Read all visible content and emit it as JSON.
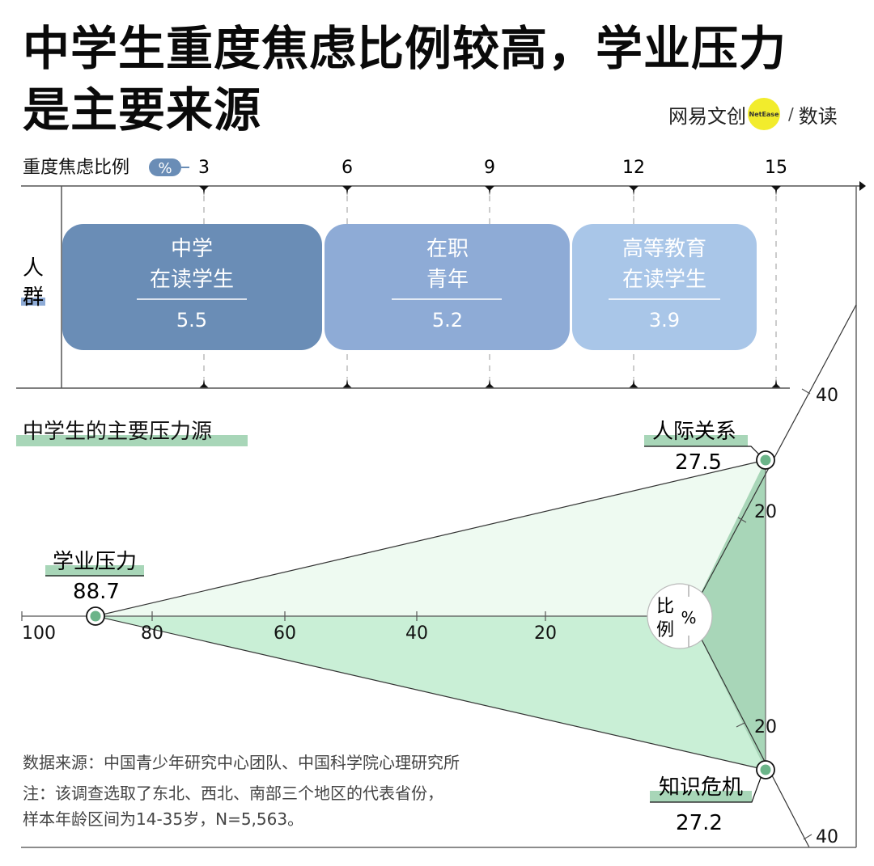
{
  "title": {
    "line1": "中学生重度焦虑比例较高，学业压力",
    "line2": "是主要来源"
  },
  "brand": {
    "name": "网易文创",
    "badge": "NetEase",
    "slash": "/",
    "sub": "数读",
    "badge_color": "#f2ec2c"
  },
  "chart_data": [
    {
      "type": "bar",
      "title": "重度焦虑比例",
      "xlabel": "重度焦虑比例 %",
      "ylabel": "人群",
      "xticks": [
        3,
        6,
        9,
        12,
        15
      ],
      "xlim": [
        0,
        16
      ],
      "categories": [
        "中学在读学生",
        "在职青年",
        "高等教育在读学生"
      ],
      "values": [
        5.5,
        5.2,
        3.9
      ],
      "colors": [
        "#6a8db6",
        "#8eabd6",
        "#a9c6e8"
      ],
      "orientation": "stacked-horizontal"
    },
    {
      "type": "radar",
      "title": "中学生的主要压力源",
      "unit": "比例 %",
      "axes": [
        "学业压力",
        "人际关系",
        "知识危机"
      ],
      "values": [
        88.7,
        27.5,
        27.2
      ],
      "axis_ticks": {
        "学业压力": [
          20,
          40,
          60,
          80,
          100
        ],
        "人际关系": [
          20,
          40
        ],
        "知识危机": [
          20,
          40
        ]
      },
      "fill_colors": [
        "#eefaf1",
        "#c9efd6",
        "#a8d6b8"
      ]
    }
  ],
  "bar_chart": {
    "axis_label": "重度焦虑比例",
    "unit_badge": "%",
    "ticks": [
      "3",
      "6",
      "9",
      "12",
      "15"
    ],
    "y_label_1": "人",
    "y_label_2": "群",
    "bars": [
      {
        "line1": "中学",
        "line2": "在读学生",
        "value": "5.5"
      },
      {
        "line1": "在职",
        "line2": "青年",
        "value": "5.2"
      },
      {
        "line1": "高等教育",
        "line2": "在读学生",
        "value": "3.9"
      }
    ]
  },
  "radar": {
    "section_title": "中学生的主要压力源",
    "center_label_1": "比",
    "center_label_2": "例",
    "center_unit": "%",
    "x_ticks": [
      "100",
      "80",
      "60",
      "40",
      "20"
    ],
    "upper_ticks": [
      "20",
      "40"
    ],
    "lower_ticks": [
      "20",
      "40"
    ],
    "points": [
      {
        "label": "学业压力",
        "value": "88.7"
      },
      {
        "label": "人际关系",
        "value": "27.5"
      },
      {
        "label": "知识危机",
        "value": "27.2"
      }
    ]
  },
  "footer": {
    "source": "数据来源：中国青少年研究中心团队、中国科学院心理研究所",
    "note_1": "注：该调查选取了东北、西北、南部三个地区的代表省份，",
    "note_2": "样本年龄区间为14-35岁，N=5,563。"
  }
}
